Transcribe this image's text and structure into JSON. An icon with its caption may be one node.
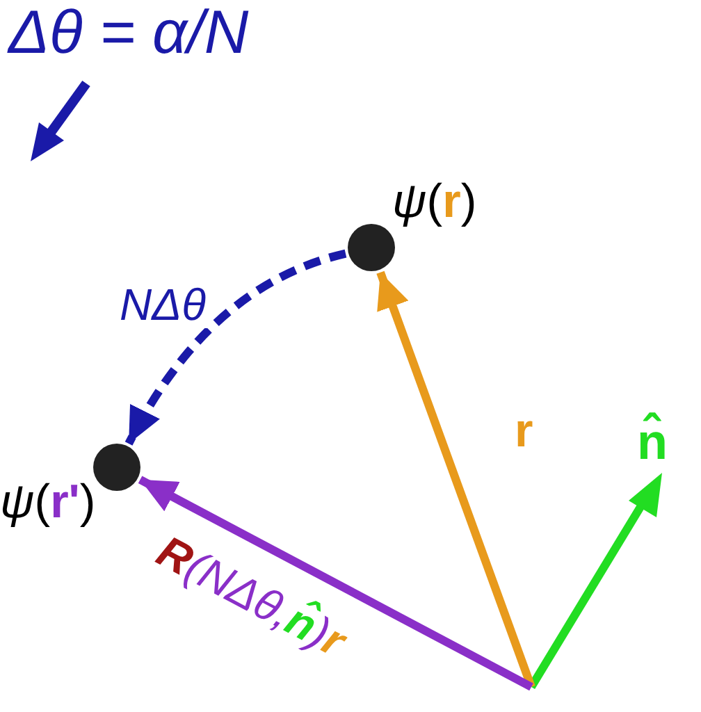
{
  "diagram": {
    "title": "Δθ = α/N",
    "nodes": [
      {
        "text": [],
        "shape": "circle",
        "beside": [
          "*ψ*(**r**)"
        ]
      },
      {
        "text": [],
        "shape": "circle",
        "beside": [
          "*ψ*(**r'**)"
        ]
      }
    ],
    "edges": [
      {
        "from": null,
        "to": 0,
        "arrow": "to",
        "color": "#e89a1c",
        "label": "**r**"
      },
      {
        "from": null,
        "to": 1,
        "arrow": "to",
        "color": "#8a2fc8",
        "label": "**R**(NΔθ,**n̂**)**r**"
      },
      {
        "from": 0,
        "to": 1,
        "arrow": "to",
        "style": "dashed",
        "color": "#1a1aa8",
        "label": "NΔθ"
      }
    ],
    "labels": [
      "n̂"
    ]
  }
}
